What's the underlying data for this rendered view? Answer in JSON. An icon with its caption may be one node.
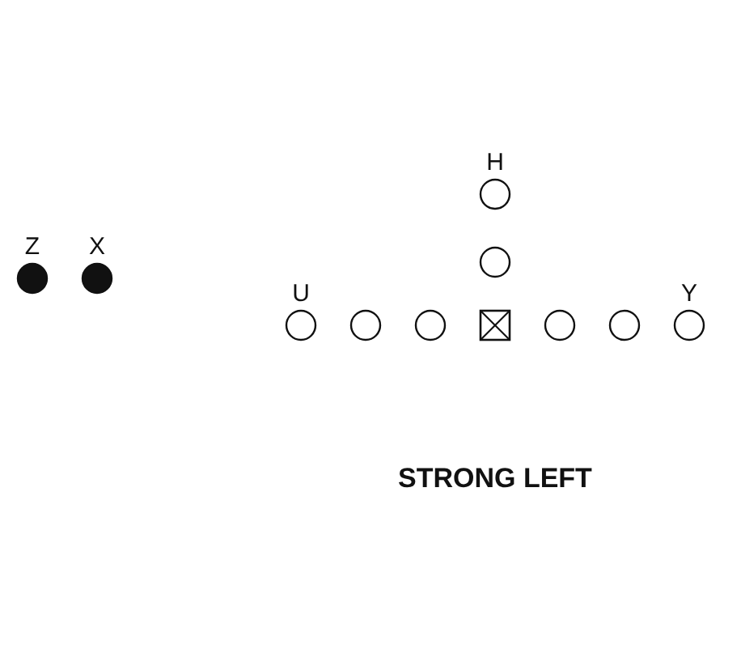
{
  "diagram": {
    "caption": "STRONG LEFT",
    "nodes": [
      {
        "text": [
          "H"
        ]
      },
      {
        "text": [
          "Z"
        ]
      },
      {
        "text": [
          "X"
        ]
      },
      {
        "text": [],
        "shape": "circle"
      },
      {
        "text": [
          "U"
        ]
      },
      {
        "text": [],
        "shape": "circle"
      },
      {
        "text": [],
        "shape": "circle"
      },
      {
        "text": [],
        "shape": "box"
      },
      {
        "text": [],
        "shape": "circle"
      },
      {
        "text": [],
        "shape": "circle"
      },
      {
        "text": [
          "Y"
        ]
      }
    ]
  }
}
